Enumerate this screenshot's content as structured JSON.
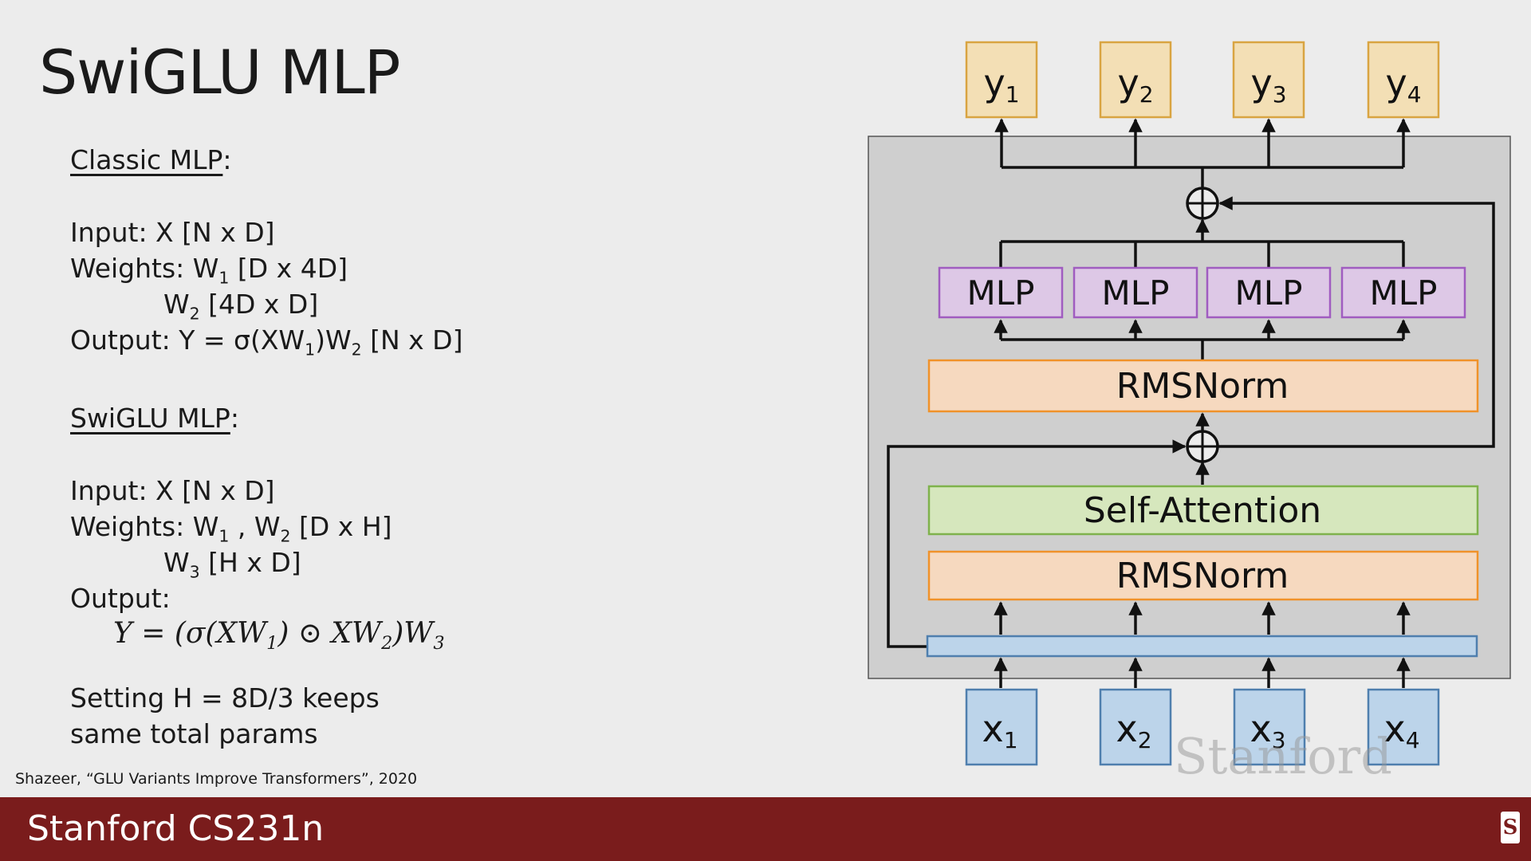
{
  "title": "SwiGLU MLP",
  "classic": {
    "heading": "Classic MLP",
    "colon": ":",
    "input": "Input: X [N x D]",
    "weights_prefix": "Weights: W",
    "weights_sub": "1",
    "weights_suffix": " [D x 4D]",
    "w2_prefix": "W",
    "w2_sub": "2",
    "w2_suffix": " [4D x D]",
    "output_prefix": "Output: Y = σ(XW",
    "output_sub1": "1",
    "output_mid": ")W",
    "output_sub2": "2",
    "output_suffix": " [N x D]"
  },
  "swiglu": {
    "heading": "SwiGLU MLP",
    "colon": ":",
    "input": "Input: X [N x D]",
    "weights_prefix": "Weights: W",
    "weights_sub1": "1",
    "weights_mid": " , W",
    "weights_sub2": "2",
    "weights_suffix": " [D x H]",
    "w3_prefix": "W",
    "w3_sub": "3",
    "w3_suffix": " [H x D]",
    "output_label": "Output:",
    "formula": {
      "p1": "Y = (σ(XW",
      "s1": "1",
      "p2": ") ⊙ XW",
      "s2": "2",
      "p3": ")W",
      "s3": "3"
    },
    "note_line1": "Setting H = 8D/3 keeps",
    "note_line2": "same total params"
  },
  "citation": "Shazeer, “GLU Variants Improve Transformers”, 2020",
  "footer": {
    "title": "Stanford CS231n",
    "logo": "S"
  },
  "watermark": "Stanford",
  "diagram": {
    "outputs": [
      {
        "base": "y",
        "sub": "1"
      },
      {
        "base": "y",
        "sub": "2"
      },
      {
        "base": "y",
        "sub": "3"
      },
      {
        "base": "y",
        "sub": "4"
      }
    ],
    "inputs": [
      {
        "base": "x",
        "sub": "1"
      },
      {
        "base": "x",
        "sub": "2"
      },
      {
        "base": "x",
        "sub": "3"
      },
      {
        "base": "x",
        "sub": "4"
      }
    ],
    "mlp_label": "MLP",
    "rmsnorm_top": "RMSNorm",
    "self_attention": "Self-Attention",
    "rmsnorm_bottom": "RMSNorm",
    "plus": "+",
    "colors": {
      "output_fill": "#f3dfb5",
      "output_stroke": "#d9a441",
      "mlp_fill": "#ddc8e6",
      "mlp_stroke": "#a05cc0",
      "norm_fill": "#f6d9bf",
      "norm_stroke": "#f0922a",
      "attn_fill": "#d6e7bd",
      "attn_stroke": "#7fb24c",
      "input_fill": "#bcd4ea",
      "input_stroke": "#4f7fae",
      "block_bg": "#cfcfcf"
    }
  }
}
